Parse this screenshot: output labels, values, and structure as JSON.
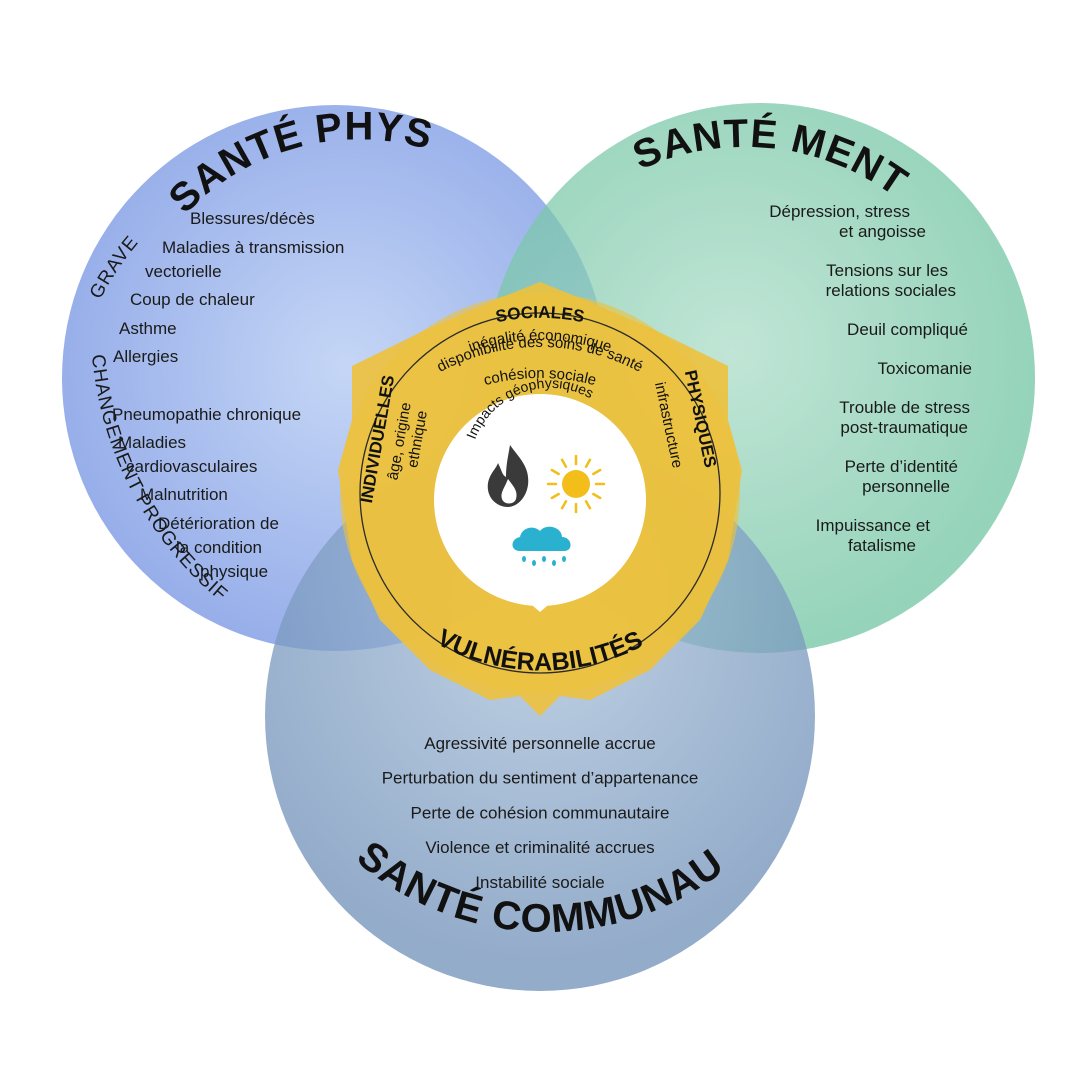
{
  "colors": {
    "physical": "#8fa8e8",
    "mental": "#6cc2a0",
    "community": "#6f90b8",
    "ring": "#edc13c",
    "cloud": "#29b1cf",
    "sun": "#f3be1a",
    "fire": "#3a3a3a"
  },
  "physical": {
    "title": "SANTÉ PHYSIQUE",
    "axis_severe": "GRAVE",
    "axis_progressive": "CHANGEMENT PROGRESSIF",
    "items": [
      [
        "Blessures/décès"
      ],
      [
        "Maladies à transmission",
        "vectorielle"
      ],
      [
        "Coup de chaleur"
      ],
      [
        "Asthme"
      ],
      [
        "Allergies"
      ],
      [
        "Pneumopathie chronique"
      ],
      [
        "Maladies",
        "cardiovasculaires"
      ],
      [
        "Malnutrition"
      ],
      [
        "Détérioration de",
        "la condition",
        "physique"
      ]
    ]
  },
  "mental": {
    "title": "SANTÉ MENTALE",
    "items": [
      [
        "Dépression, stress",
        "et angoisse"
      ],
      [
        "Tensions sur les",
        "relations sociales"
      ],
      [
        "Deuil compliqué"
      ],
      [
        "Toxicomanie"
      ],
      [
        "Trouble de stress",
        "post-traumatique"
      ],
      [
        "Perte d’identité",
        "personnelle"
      ],
      [
        "Impuissance et",
        "fatalisme"
      ]
    ]
  },
  "community": {
    "title": "SANTÉ COMMUNAUTAIRE",
    "items": [
      "Agressivité personnelle accrue",
      "Perturbation du sentiment d’appartenance",
      "Perte de cohésion communautaire",
      "Violence et criminalité accrues",
      "Instabilité sociale"
    ]
  },
  "vulnerabilities": {
    "title": "VULNÉRABILITÉS",
    "social": {
      "label": "SOCIALES",
      "lines": [
        "inégalité économique",
        "disponibilité des soins de santé",
        "cohésion sociale"
      ]
    },
    "individual": {
      "label": "INDIVIDUELLES",
      "lines": [
        "âge, origine",
        "ethnique"
      ]
    },
    "physical": {
      "label": "PHYSIQUES",
      "lines": [
        "infrastructure"
      ]
    }
  },
  "geophysical": {
    "title": "Impacts géophysiques",
    "icons": [
      "fire-icon",
      "sun-icon",
      "rain-cloud-icon"
    ]
  }
}
